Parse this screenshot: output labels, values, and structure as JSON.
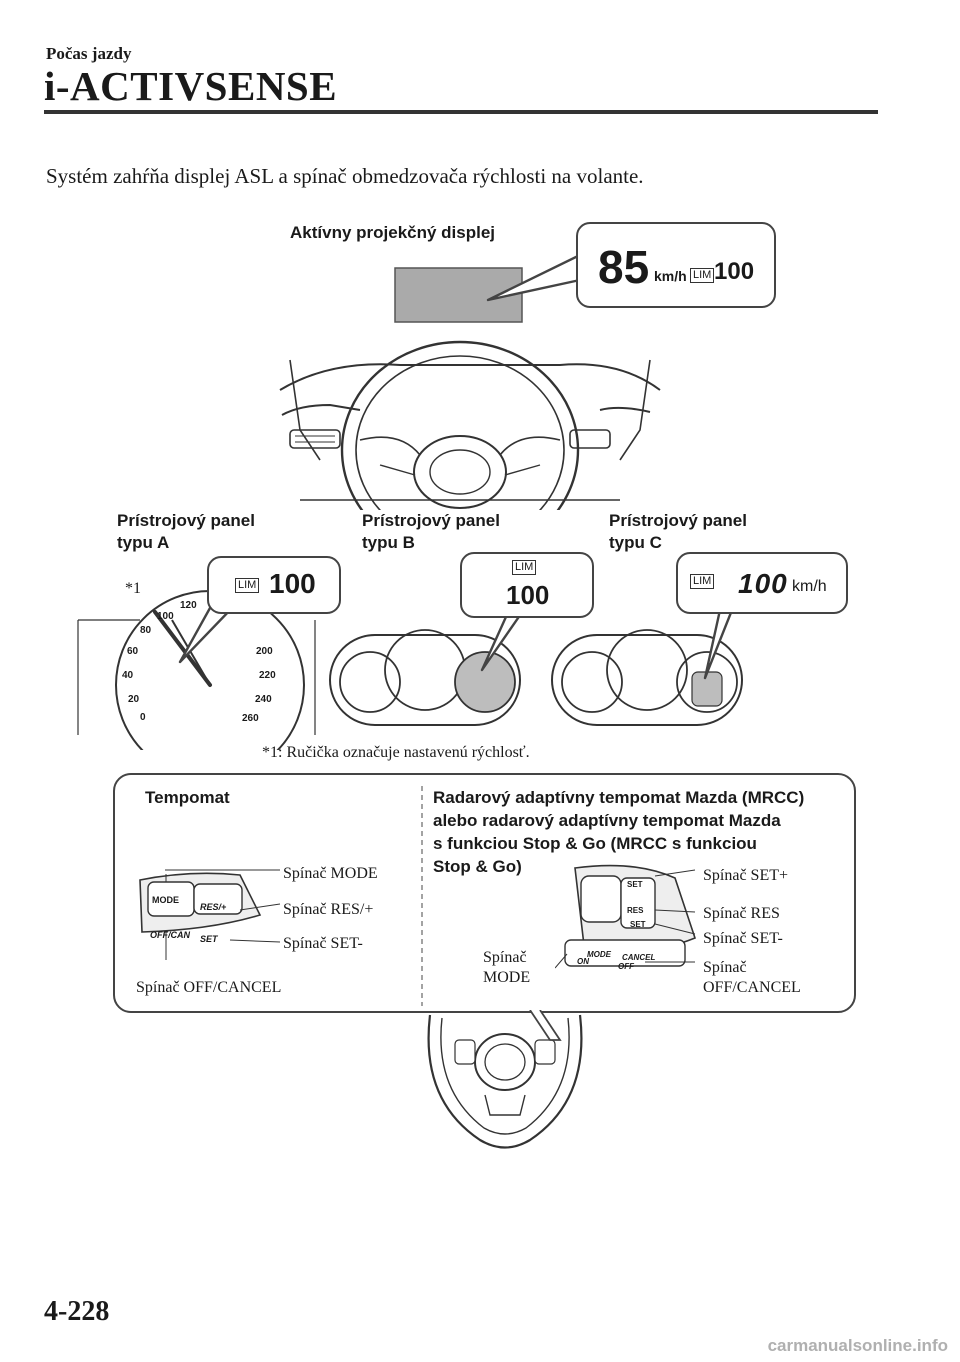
{
  "header": {
    "section_label": "Počas jazdy",
    "section_title": "i-ACTIVSENSE"
  },
  "intro": "Systém zahŕňa displej ASL a spínač obmedzovača rýchlosti na volante.",
  "hud": {
    "label": "Aktívny projekčný displej",
    "speed": "85",
    "speed_unit": "km/h",
    "lim_badge": "LIM",
    "limit": "100"
  },
  "panels": [
    {
      "label": "Prístrojový panel\ntypu A",
      "lim_badge": "LIM",
      "limit": "100"
    },
    {
      "label": "Prístrojový panel\ntypu B",
      "lim_badge": "LIM",
      "limit": "100"
    },
    {
      "label": "Prístrojový panel\ntypu C",
      "lim_badge": "LIM",
      "limit": "100",
      "unit": "km/h"
    }
  ],
  "gauge": {
    "marker": "*1",
    "ticks": [
      "0",
      "20",
      "40",
      "60",
      "80",
      "100",
      "120",
      "200",
      "220",
      "240",
      "260"
    ]
  },
  "footnote": "*1: Ručička označuje nastavenú rýchlosť.",
  "cruise": {
    "title": "Tempomat",
    "switches": {
      "mode": "Spínač MODE",
      "res": "Spínač RES/+",
      "set": "Spínač SET-",
      "off": "Spínač OFF/CANCEL"
    },
    "button_labels": {
      "mode": "MODE",
      "res": "RES/+",
      "off": "OFF/CAN",
      "set": "SET"
    }
  },
  "mrcc": {
    "title": "Radarový adaptívny tempomat Mazda (MRCC)\nalebo radarový adaptívny tempomat Mazda\ns funkciou Stop & Go (MRCC s funkciou\nStop & Go)",
    "switches": {
      "set_plus": "Spínač SET+",
      "res": "Spínač RES",
      "set_minus": "Spínač SET-",
      "mode": "Spínač\nMODE",
      "off": "Spínač\nOFF/CANCEL"
    },
    "button_labels": {
      "set": "SET",
      "res": "RES",
      "set2": "SET",
      "mode": "MODE",
      "on": "ON",
      "cancel": "CANCEL",
      "off": "OFF"
    }
  },
  "page_number": "4-228",
  "watermark": "carmanualsonline.info"
}
